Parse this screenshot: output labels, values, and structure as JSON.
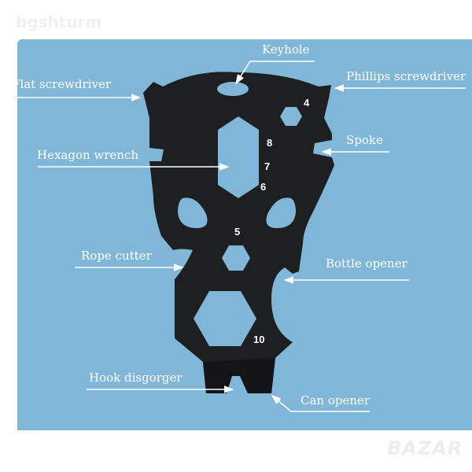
{
  "watermark": "bgshturm",
  "logo": "BAZAR",
  "colors": {
    "background": "#80b6d7",
    "tool": "#1e1f21",
    "label": "#ffffff"
  },
  "labels": {
    "keyhole": "Keyhole",
    "flat_screwdriver": "Flat screwdriver",
    "phillips_screwdriver": "Phillips screwdriver",
    "spoke": "Spoke",
    "hexagon_wrench": "Hexagon wrench",
    "rope_cutter": "Rope cutter",
    "bottle_opener": "Bottle opener",
    "hook_disgorger": "Hook disgorger",
    "can_opener": "Can opener"
  },
  "sizes": {
    "s4": "4",
    "s8": "8",
    "s7": "7",
    "s6": "6",
    "s5": "5",
    "s10": "10"
  }
}
